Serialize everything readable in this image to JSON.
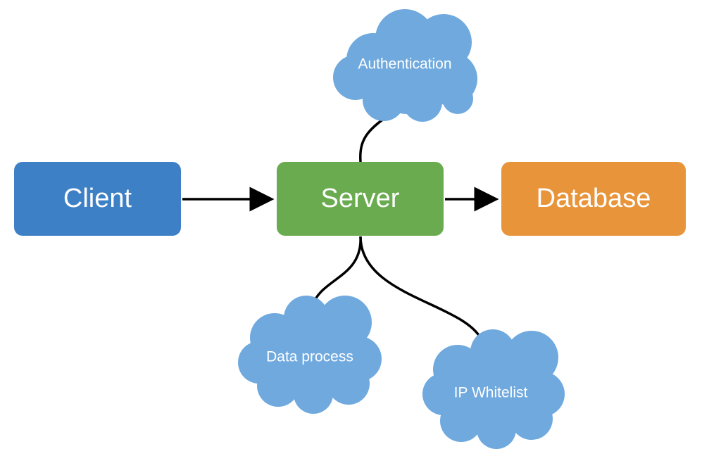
{
  "colors": {
    "client": "#3d80c6",
    "server": "#6aab50",
    "database": "#e8943a",
    "cloud": "#6fa9de",
    "line": "#000000"
  },
  "nodes": {
    "client": {
      "label": "Client"
    },
    "server": {
      "label": "Server"
    },
    "database": {
      "label": "Database"
    }
  },
  "clouds": {
    "authentication": {
      "label": "Authentication"
    },
    "data_process": {
      "label": "Data process"
    },
    "ip_whitelist": {
      "label": "IP Whitelist"
    }
  }
}
